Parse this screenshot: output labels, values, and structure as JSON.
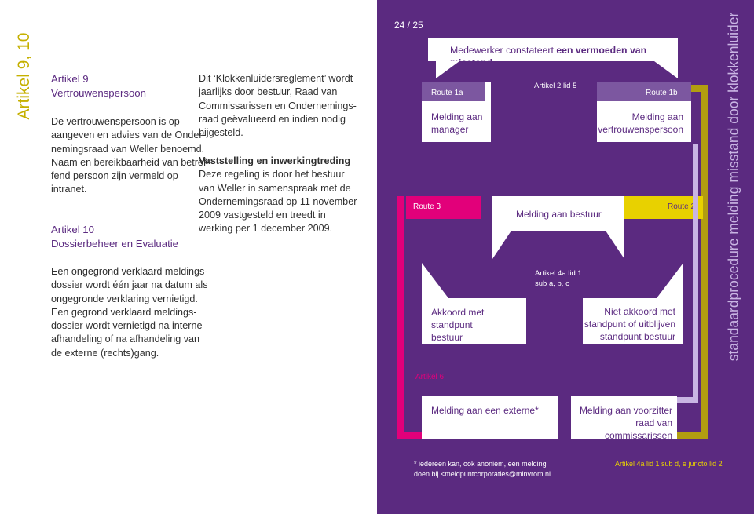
{
  "left": {
    "vertical_title": "Artikel 9, 10",
    "art9_head": [
      "Artikel 9",
      "Vertrouwenspersoon"
    ],
    "art9_para1": [
      "De vertrouwenspersoon is op",
      "aangeven en advies van de Onder-",
      "nemingsraad van Weller  benoemd."
    ],
    "art9_para2": [
      "Naam en bereikbaarheid van betref-",
      "fend persoon zijn vermeld op",
      "intranet."
    ],
    "art10_head": [
      "Artikel 10",
      "Dossierbeheer en Evaluatie"
    ],
    "art10_para1": [
      "Een ongegrond verklaard meldings-",
      "dossier wordt één jaar na datum als",
      "ongegronde verklaring vernietigd."
    ],
    "art10_para2": [
      "Een gegrond verklaard meldings-",
      "dossier wordt vernietigd na interne",
      "afhandeling of na afhandeling van",
      "de externe (rechts)gang."
    ],
    "col2_para1": [
      "Dit ‘Klokkenluidersreglement’ wordt",
      "jaarlijks door bestuur, Raad van",
      "Commissarissen en Ondernemings-",
      "raad geëvalueerd en indien nodig",
      "bijgesteld."
    ],
    "col2_head": "Vaststelling en inwerkingtreding",
    "col2_para2": [
      "Deze regeling is door het bestuur",
      "van Weller in samenspraak met de",
      "Ondernemingsraad op 11 november",
      "2009 vastgesteld en treedt in",
      "werking per 1 december 2009."
    ]
  },
  "right": {
    "page_number": "24 / 25",
    "vertical_title": "standaardprocedure melding misstand door klokkenluider",
    "top_box": {
      "normal": "Medewerker constateert ",
      "bold": "een vermoeden van misstand"
    },
    "route_1a": "Route 1a",
    "route_1b": "Route 1b",
    "route_2": "Route 2",
    "route_3": "Route 3",
    "artikel_2_lid_5": "Artikel 2 lid 5",
    "box_manager": [
      "Melding aan",
      "manager"
    ],
    "box_vertrouwenspersoon": [
      "Melding aan",
      "vertrouwenspersoon"
    ],
    "box_bestuur": "Melding aan bestuur",
    "artikel_4a": [
      "Artikel 4a lid 1",
      "sub a, b, c"
    ],
    "box_akkoord": [
      "Akkoord met standpunt",
      "bestuur"
    ],
    "box_niet_akkoord": [
      "Niet akkoord met",
      "standpunt of uitblijven",
      "standpunt bestuur"
    ],
    "artikel_6": "Artikel 6",
    "box_extern": "Melding aan een externe*",
    "box_rvc": [
      "Melding aan voorzitter",
      "raad van commissarissen"
    ],
    "footnote": [
      "* iedereen kan, ook anoniem, een melding",
      "doen bij <meldpuntcorporaties@minvrom.nl"
    ],
    "footnote_art4a": "Artikel 4a lid 1 sub d, e juncto lid 2",
    "colors": {
      "purple": "#5b2a80",
      "magenta": "#e2007a",
      "olive": "#b29d10",
      "lavender": "#c9b5e3",
      "yellow": "#e8d100"
    }
  }
}
